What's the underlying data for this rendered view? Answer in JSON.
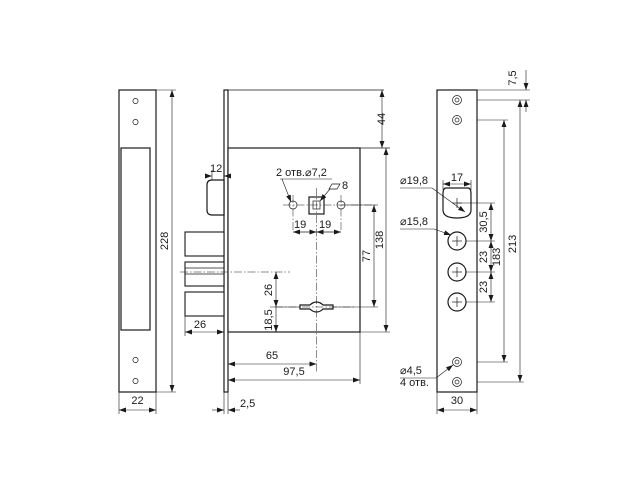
{
  "front_plate": {
    "height_label": "228",
    "width_label": "22"
  },
  "side_view": {
    "top_offset_label": "44",
    "latch_width_label": "12",
    "bolt_projection_label": "26",
    "holes_label": "2 отв.⌀7,2",
    "square_label": "8",
    "hole_spacing_left_label": "19",
    "hole_spacing_right_label": "19",
    "spindle_to_key_label": "77",
    "case_height_label": "138",
    "bolt_spacing_label": "26",
    "bolt_to_key_label": "18,5",
    "backset_label": "65",
    "case_depth_label": "97,5",
    "plate_thickness_label": "2,5"
  },
  "strike_plate": {
    "top_label": "7,5",
    "latch_hole_label": "⌀19,8",
    "latch_hole_width_label": "17",
    "bolt_hole_label": "⌀15,8",
    "latch_to_bolt_label": "30,5",
    "bolt_spacing_1_label": "23",
    "bolt_spacing_2_label": "23",
    "inner_height_label": "183",
    "total_height_label": "213",
    "screw_holes_label": "⌀4,5",
    "screw_holes_count_label": "4 отв.",
    "width_label": "30"
  }
}
